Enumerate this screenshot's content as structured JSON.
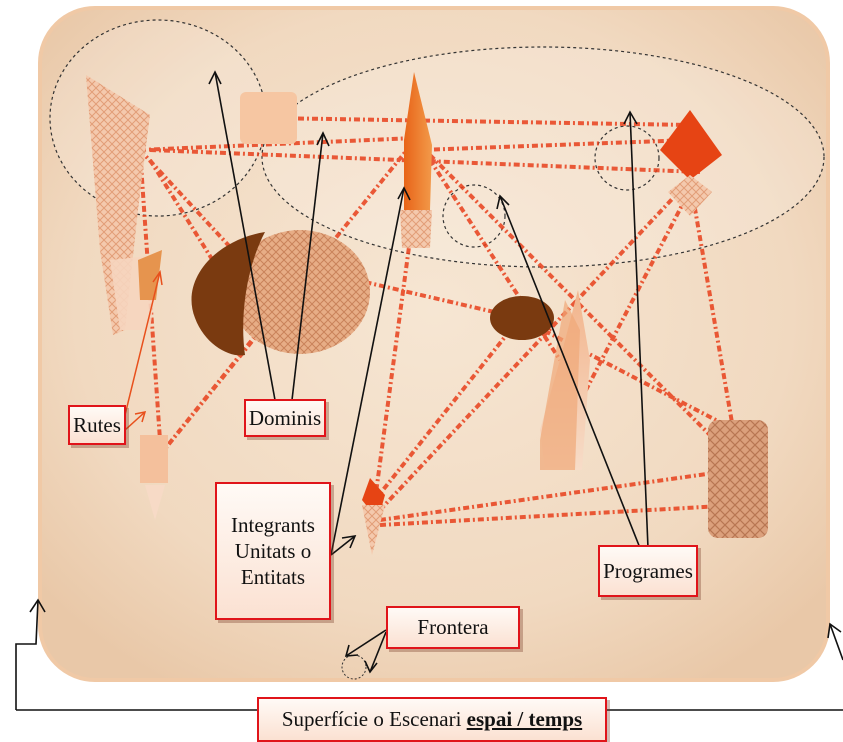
{
  "labels": {
    "rutes": "Rutes",
    "dominis": "Dominis",
    "integrants_line1": "Integrants",
    "integrants_line2": "Unitats o",
    "integrants_line3": "Entitats",
    "programes": "Programes",
    "frontera": "Frontera",
    "superficie_prefix": "Superfície o Escenari ",
    "superficie_underlined": "espai / temps"
  },
  "colors": {
    "background_panel": "#f3dcc4",
    "route_lines": "#e8401c",
    "label_border": "#e0141a",
    "dark_shape": "#7a3a10",
    "orange_shape": "#e0741c"
  }
}
